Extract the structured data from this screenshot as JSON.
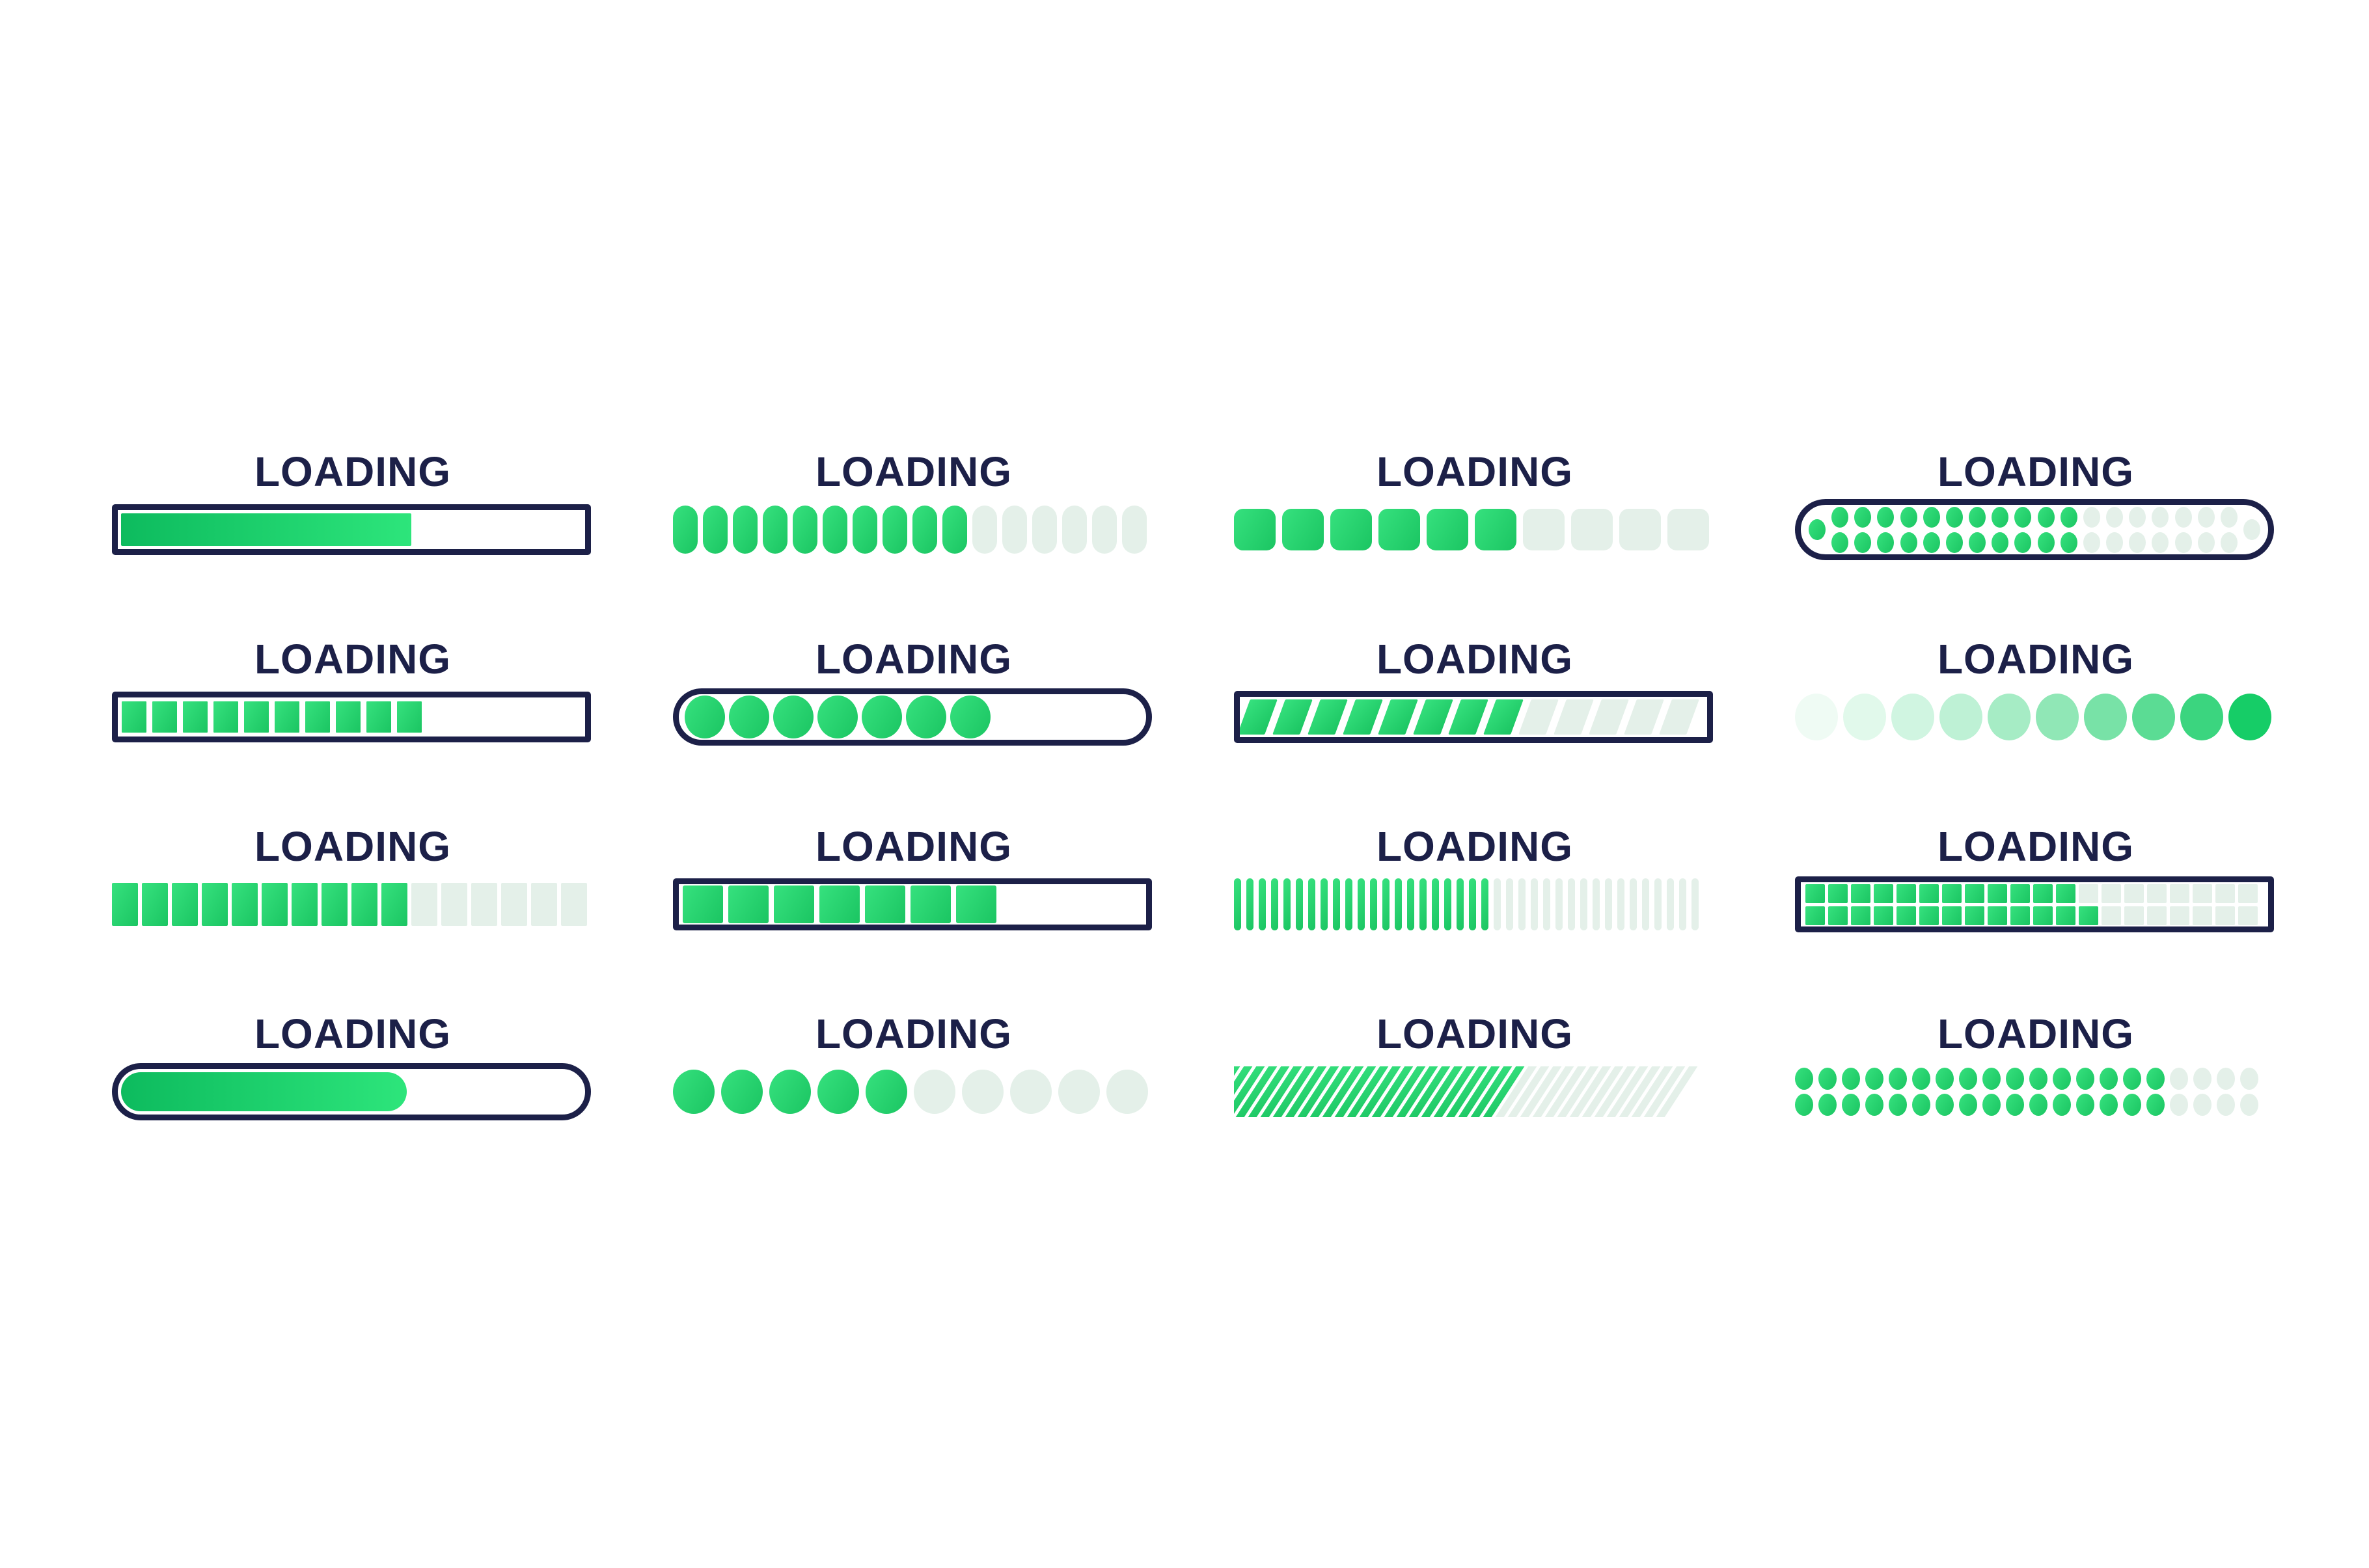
{
  "label": "LOADING",
  "colors": {
    "navy": "#1c2048",
    "muted": "#e4f0e9",
    "green": "#1fcb66",
    "green_gradient_start": "#0dbb5e",
    "green_gradient_end": "#2de57b",
    "background": "#ffffff"
  },
  "grid": {
    "rows": 4,
    "cols": 4
  },
  "cells": [
    {
      "name": "gradient-bar-outlined",
      "variant": "gradient-bar-outline",
      "progress_pct": 63
    },
    {
      "name": "capsule-segments",
      "variant": "capsule-row",
      "total": 16,
      "filled": 10
    },
    {
      "name": "rounded-square-segments",
      "variant": "rounded-square-row",
      "total": 10,
      "filled": 6
    },
    {
      "name": "dot-matrix-pill-outlined",
      "variant": "dot-pill-outline",
      "columns": 18,
      "filled_columns": 11,
      "rows": 2,
      "left_cap": "filled",
      "right_cap": "empty"
    },
    {
      "name": "segmented-bar-outlined",
      "variant": "segment-bar-outline",
      "segments": 10
    },
    {
      "name": "circle-pill-outlined",
      "variant": "circle-pill-outline",
      "circles": 7
    },
    {
      "name": "striped-bar-outlined",
      "variant": "striped-bar-outline",
      "filled": 8,
      "empty": 5
    },
    {
      "name": "fading-circles",
      "variant": "fading-circles",
      "total": 10,
      "opacities": [
        0.07,
        0.13,
        0.2,
        0.28,
        0.38,
        0.48,
        0.58,
        0.7,
        0.84,
        1
      ]
    },
    {
      "name": "plain-segments",
      "variant": "segment-row-plain",
      "total": 16,
      "filled": 10
    },
    {
      "name": "big-square-bar-outlined",
      "variant": "big-square-bar-outline",
      "squares": 7
    },
    {
      "name": "thin-tick-bars",
      "variant": "thin-bars",
      "total": 38,
      "filled": 21
    },
    {
      "name": "mini-square-grid-outlined",
      "variant": "mini-grid-outline",
      "cols": 20,
      "rows": 2,
      "filled_per_row": [
        12,
        13
      ]
    },
    {
      "name": "gradient-pill-outlined",
      "variant": "gradient-pill-outline",
      "progress_pct": 62
    },
    {
      "name": "solid-circles",
      "variant": "circle-row",
      "total": 10,
      "filled": 5
    },
    {
      "name": "diagonal-strokes",
      "variant": "stroke-row",
      "total": 38,
      "filled": 24
    },
    {
      "name": "dot-rows",
      "variant": "dot-grid",
      "cols": 20,
      "rows": 2,
      "filled": 16
    }
  ]
}
